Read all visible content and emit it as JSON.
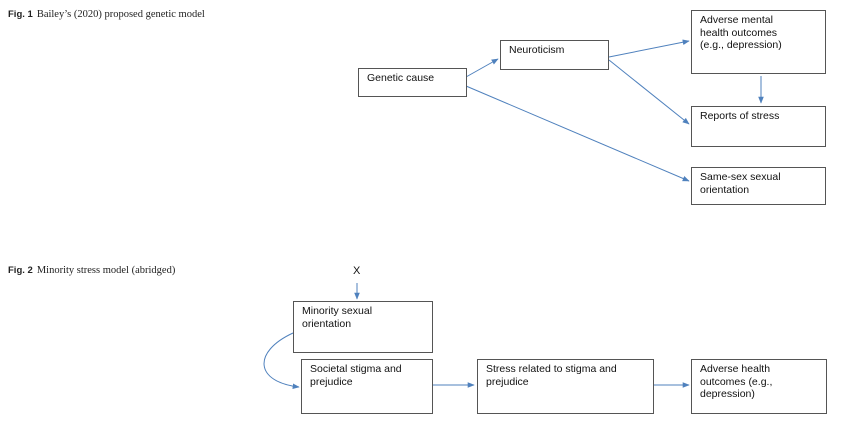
{
  "fig1": {
    "caption_label": "Fig. 1",
    "caption_text": "Bailey’s (2020) proposed genetic model",
    "nodes": {
      "genetic_cause": "Genetic cause",
      "neuroticism": "Neuroticism",
      "adverse_mental": "Adverse mental\nhealth outcomes\n(e.g., depression)",
      "reports_stress": "Reports of stress",
      "same_sex": "Same-sex sexual\norientation"
    }
  },
  "fig2": {
    "caption_label": "Fig. 2",
    "caption_text": "Minority stress model (abridged)",
    "x_label": "X",
    "nodes": {
      "minority_orientation": "Minority sexual\norientation",
      "societal_stigma": "Societal stigma and\nprejudice",
      "stress_related": "Stress related to stigma and\nprejudice",
      "adverse_health": "Adverse health\noutcomes (e.g.,\ndepression)"
    }
  },
  "colors": {
    "arrow": "#4f81bd",
    "border": "#555555"
  }
}
